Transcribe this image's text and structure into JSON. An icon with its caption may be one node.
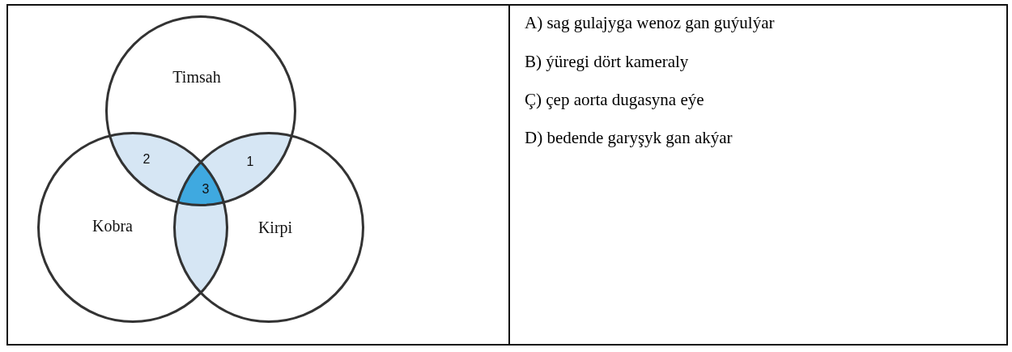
{
  "diagram": {
    "nodes": [
      {
        "text": [
          "Timsah"
        ]
      },
      {
        "text": [
          "Kobra"
        ]
      },
      {
        "text": [
          "Kirpi"
        ]
      }
    ],
    "labels": [
      "2",
      "1",
      "3",
      "A) sag gulajyga wenoz gan guýulýar",
      "B) ýüregi dört kameraly",
      "Ç) çep aorta dugasyna eýe",
      "D) bedende garyşyk gan akýar"
    ]
  }
}
